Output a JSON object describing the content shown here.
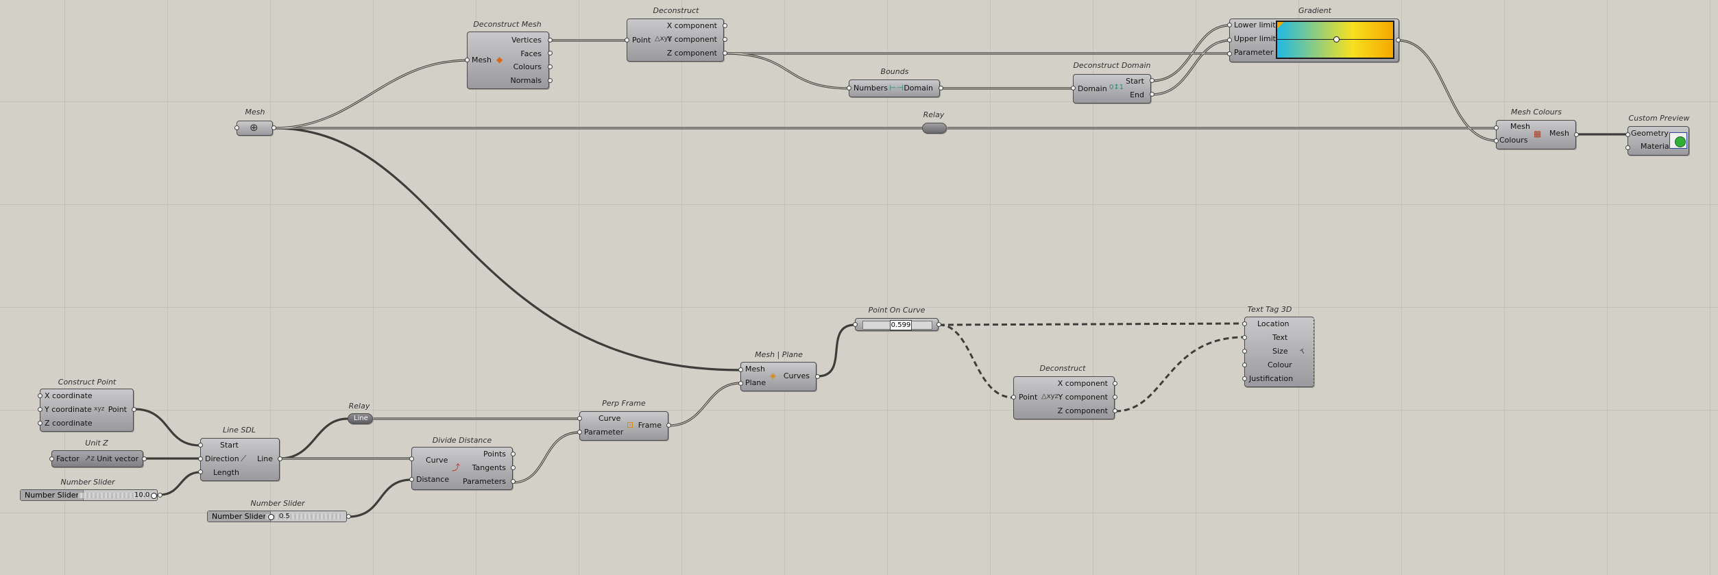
{
  "canvas": {
    "background": "#d3d0c8",
    "grid": "#c4c1b9",
    "wire": "#3f3d39"
  },
  "components": {
    "mesh": {
      "title": "Mesh",
      "icon": "mesh-param-icon"
    },
    "relay_top": {
      "title": "Relay"
    },
    "deconstruct_mesh": {
      "title": "Deconstruct Mesh",
      "input": "Mesh",
      "outputs": [
        "Vertices",
        "Faces",
        "Colours",
        "Normals"
      ],
      "icon": "deconstruct-mesh-icon"
    },
    "deconstruct_top": {
      "title": "Deconstruct",
      "input": "Point",
      "outputs": [
        "X component",
        "Y component",
        "Z component"
      ],
      "icon": "point-xyz-icon"
    },
    "bounds": {
      "title": "Bounds",
      "input": "Numbers",
      "output": "Domain",
      "icon": "bounds-icon"
    },
    "deconstruct_domain": {
      "title": "Deconstruct Domain",
      "input": "Domain",
      "outputs": [
        "Start",
        "End"
      ],
      "icon": "domain-icon"
    },
    "gradient": {
      "title": "Gradient",
      "inputs": [
        "Lower limit",
        "Upper limit",
        "Parameter"
      ],
      "colors": [
        "#20b8e6",
        "#f7e020",
        "#f5a800"
      ]
    },
    "mesh_colours": {
      "title": "Mesh Colours",
      "inputs": [
        "Mesh",
        "Colours"
      ],
      "output": "Mesh",
      "icon": "mesh-colours-icon"
    },
    "custom_preview": {
      "title": "Custom Preview",
      "inputs": [
        "Geometry",
        "Material"
      ],
      "icon": "preview-icon"
    },
    "construct_point": {
      "title": "Construct Point",
      "inputs": [
        "X coordinate",
        "Y coordinate",
        "Z coordinate"
      ],
      "output": "Point",
      "icon": "point-xyz-icon"
    },
    "unit_z": {
      "title": "Unit Z",
      "input": "Factor",
      "output": "Unit vector",
      "icon": "unit-z-icon"
    },
    "slider_length": {
      "title": "Number Slider",
      "name": "Number Slider",
      "value": "10.0",
      "fraction": 0.97
    },
    "line_sdl": {
      "title": "Line SDL",
      "inputs": [
        "Start",
        "Direction",
        "Length"
      ],
      "output": "Line",
      "icon": "line-sdl-icon"
    },
    "relay_line": {
      "title": "Relay",
      "label": "Line"
    },
    "divide_distance": {
      "title": "Divide Distance",
      "inputs": [
        "Curve",
        "Distance"
      ],
      "outputs": [
        "Points",
        "Tangents",
        "Parameters"
      ],
      "icon": "divide-distance-icon"
    },
    "slider_distance": {
      "title": "Number Slider",
      "name": "Number Slider",
      "value": "0.5",
      "fraction": 0.05
    },
    "perp_frame": {
      "title": "Perp Frame",
      "inputs": [
        "Curve",
        "Parameter"
      ],
      "output": "Frame",
      "icon": "perp-frame-icon"
    },
    "mesh_plane": {
      "title": "Mesh | Plane",
      "inputs": [
        "Mesh",
        "Plane"
      ],
      "output": "Curves",
      "icon": "mesh-plane-icon"
    },
    "point_on_curve": {
      "title": "Point On Curve",
      "value": "0.599",
      "fraction": 0.599
    },
    "deconstruct_bottom": {
      "title": "Deconstruct",
      "input": "Point",
      "outputs": [
        "X component",
        "Y component",
        "Z component"
      ],
      "icon": "point-xyz-icon"
    },
    "text_tag": {
      "title": "Text Tag 3D",
      "inputs": [
        "Location",
        "Text",
        "Size",
        "Colour",
        "Justification"
      ],
      "icon": "text-tag-icon"
    }
  }
}
